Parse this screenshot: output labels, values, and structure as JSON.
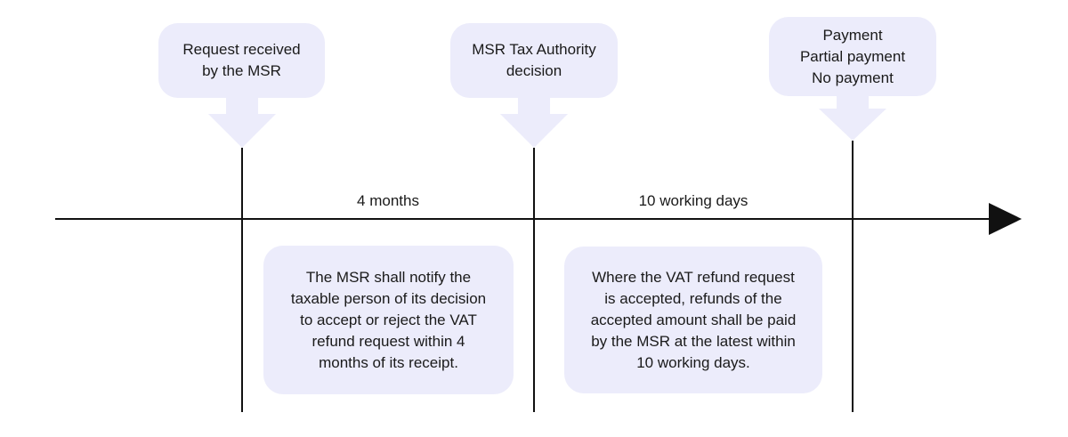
{
  "milestones": [
    {
      "label": "Request received\nby the MSR"
    },
    {
      "label": "MSR Tax Authority\ndecision"
    },
    {
      "label": "Payment\nPartial payment\nNo payment"
    }
  ],
  "periods": [
    {
      "label": "4 months"
    },
    {
      "label": "10 working days"
    }
  ],
  "notes": [
    {
      "text": "The MSR shall notify the\ntaxable person of its decision\nto accept or reject the VAT\nrefund request within 4\nmonths of its receipt."
    },
    {
      "text": "Where the VAT refund request\nis accepted, refunds of the\naccepted amount shall be paid\nby the MSR at the latest within\n10 working days."
    }
  ],
  "colors": {
    "box_fill": "#ececfb",
    "line": "#111111"
  }
}
